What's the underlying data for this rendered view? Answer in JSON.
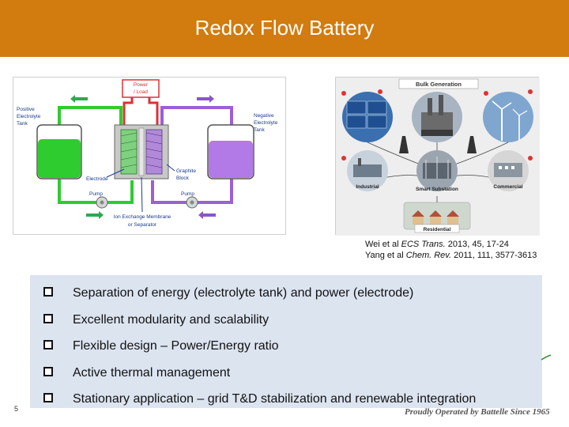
{
  "slide": {
    "title": "Redox Flow Battery",
    "page_number": "5",
    "footer": "Proudly Operated by Battelle Since 1965"
  },
  "battery_diagram": {
    "power_load": [
      "Power",
      "/ Load"
    ],
    "positive_tank": [
      "Positive",
      "Electrolyte",
      "Tank"
    ],
    "negative_tank": [
      "Negative",
      "Electrolyte",
      "Tank"
    ],
    "electrode": "Electrode",
    "graphite_block": [
      "Graphite",
      "Block"
    ],
    "pump_left": "Pump",
    "pump_right": "Pump",
    "membrane": [
      "Ion Exchange Membrane",
      "or Separator"
    ],
    "colors": {
      "positive": "#2ecc2e",
      "negative": "#9b5fd6",
      "red": "#e03030",
      "arrow_green": "#2fa84f",
      "arrow_purple": "#8a55c9"
    }
  },
  "grid_diagram": {
    "bulk": "Bulk Generation",
    "industrial": "Industrial",
    "substation": "Smart Substation",
    "commercial": "Commercial",
    "residential": "Residential"
  },
  "citations": {
    "line1": {
      "authors": "Wei et al ",
      "journal": "ECS Trans.",
      "rest": " 2013, 45, 17-24"
    },
    "line2": {
      "authors": "Yang et al ",
      "journal": "Chem. Rev.",
      "rest": " 2011, 111, 3577-3613"
    }
  },
  "bullets": [
    "Separation of energy (electrolyte tank) and power (electrode)",
    "Excellent modularity and scalability",
    "Flexible design – Power/Energy ratio",
    "Active thermal management",
    "Stationary application – grid T&D stabilization and renewable integration"
  ]
}
